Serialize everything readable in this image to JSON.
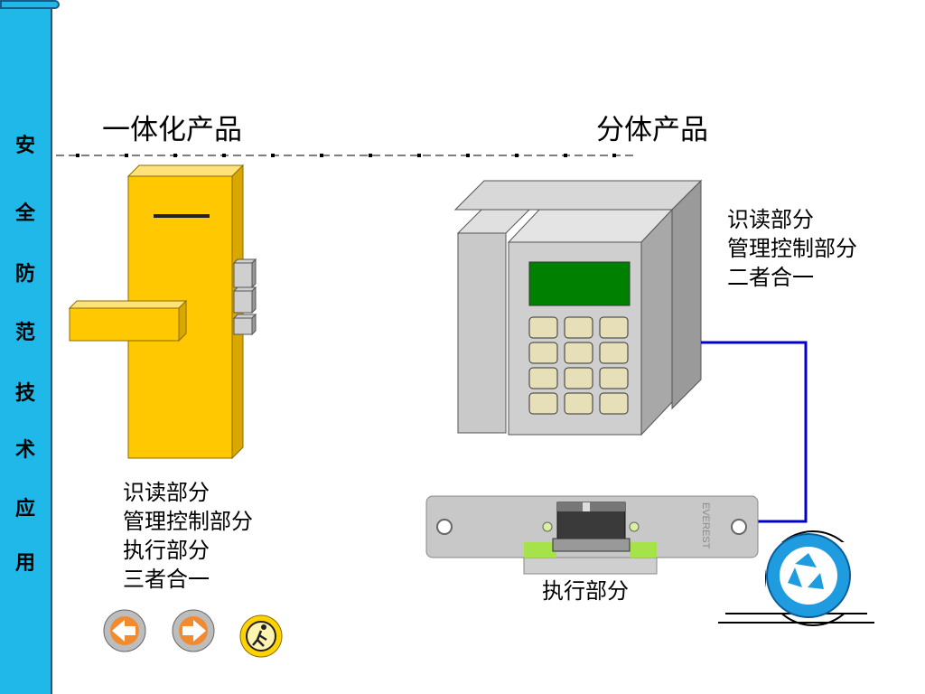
{
  "sidebar": {
    "characters": [
      "安",
      "全",
      "防",
      "范",
      "技",
      "术",
      "应",
      "用"
    ]
  },
  "headings": {
    "integrated": "一体化产品",
    "split": "分体产品"
  },
  "integrated_product": {
    "description_lines": [
      "识读部分",
      "管理控制部分",
      "执行部分",
      "三者合一"
    ]
  },
  "split_product": {
    "reader_description_lines": [
      "识读部分",
      "管理控制部分",
      "二者合一"
    ],
    "executor_label": "执行部分",
    "strike_brand": "EVEREST"
  },
  "navigation": {
    "icons": [
      "previous-arrow-icon",
      "next-arrow-icon",
      "exit-icon"
    ]
  },
  "colors": {
    "sidebar": "#1fb8e8",
    "lock_body": "#ffc800",
    "display": "#008000",
    "wire": "#0000cc",
    "recycle_disc": "#1f9be0"
  }
}
